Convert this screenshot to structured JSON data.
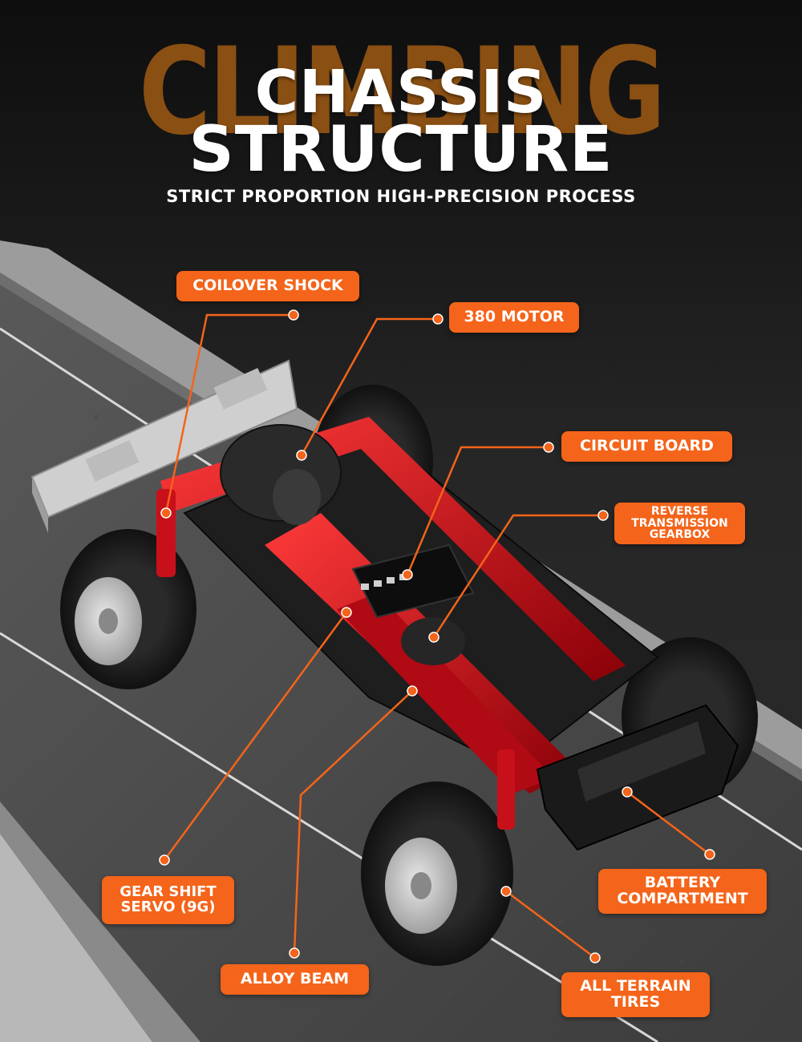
{
  "header": {
    "background_word": "CLIMBING",
    "title_line1": "CHASSIS",
    "title_line2": "STRUCTURE",
    "subtitle": "STRICT PROPORTION HIGH-PRECISION PROCESS"
  },
  "callouts": {
    "coilover_shock": "COILOVER SHOCK",
    "motor": "380 MOTOR",
    "circuit_board": "CIRCUIT BOARD",
    "gearbox": "REVERSE\nTRANSMISSION\nGEARBOX",
    "gear_shift_servo": "GEAR SHIFT\nSERVO (9G)",
    "alloy_beam": "ALLOY BEAM",
    "battery_compartment": "BATTERY\nCOMPARTMENT",
    "all_terrain_tires": "ALL TERRAIN\nTIRES"
  },
  "colors": {
    "accent": "#f4641a",
    "background_word": "#8a4f12",
    "chassis_red": "#c8101a",
    "background": "#141414"
  }
}
